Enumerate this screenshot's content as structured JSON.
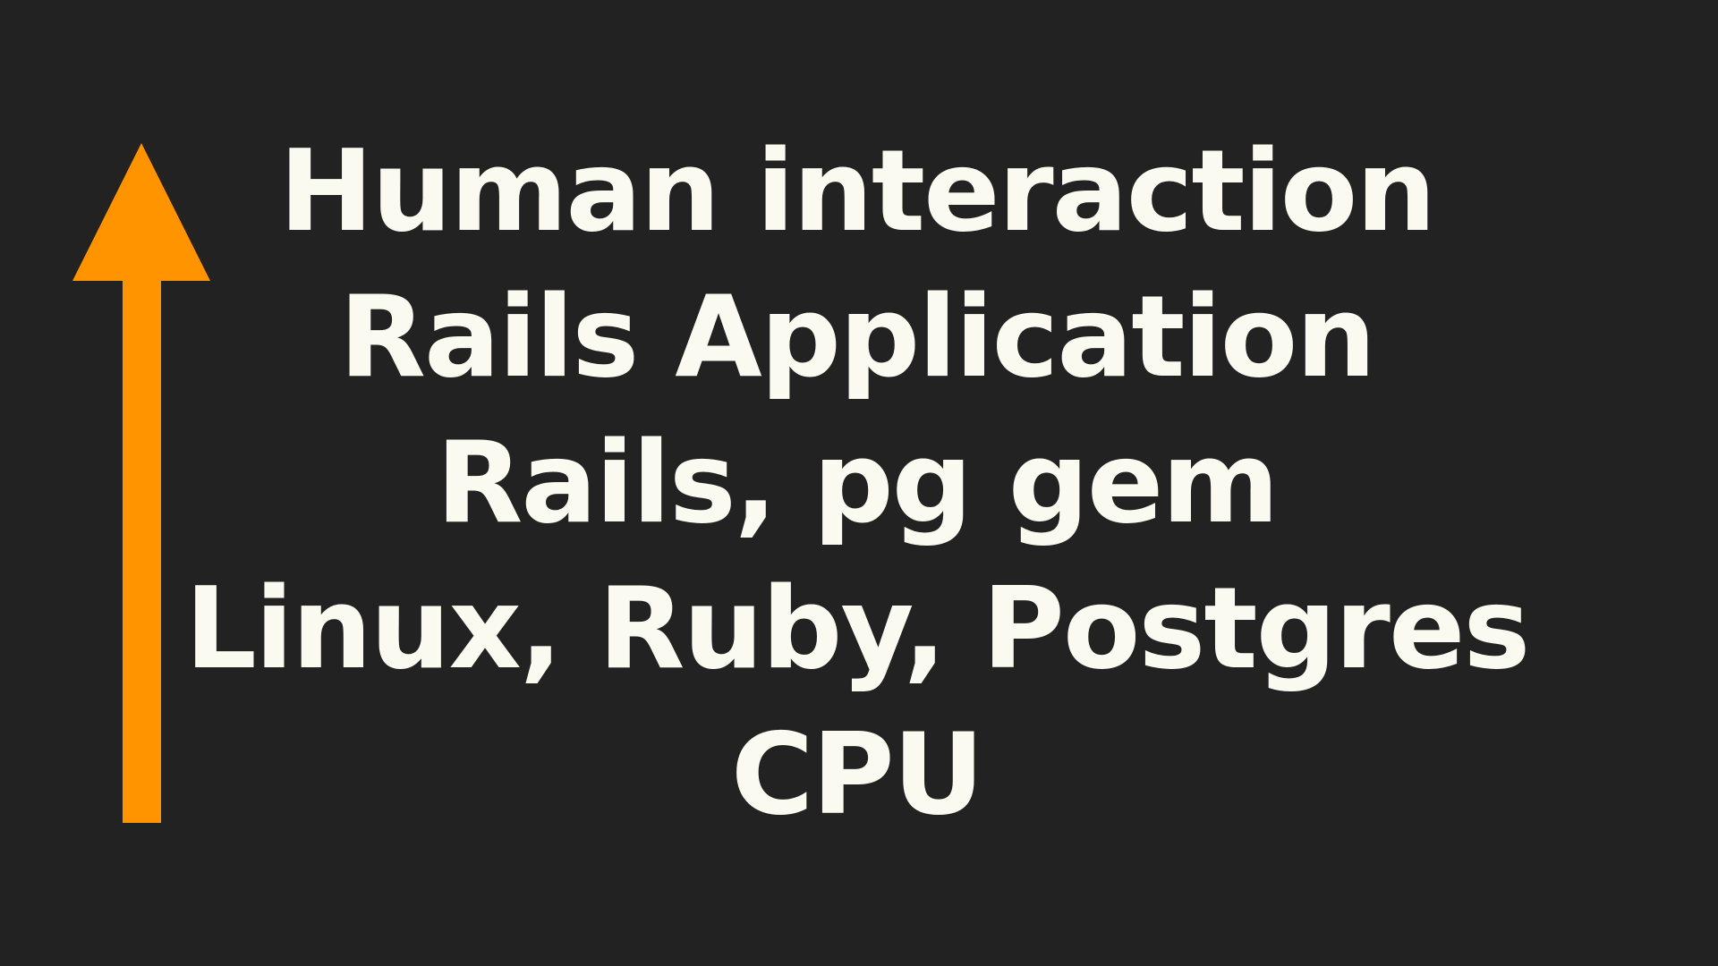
{
  "colors": {
    "background": "#222222",
    "text": "#fafaf0",
    "arrow": "#ff9400"
  },
  "arrow": {
    "icon": "up-arrow-icon",
    "direction": "up"
  },
  "layers": [
    "Human interaction",
    "Rails Application",
    "Rails, pg gem",
    "Linux, Ruby, Postgres",
    "CPU"
  ]
}
